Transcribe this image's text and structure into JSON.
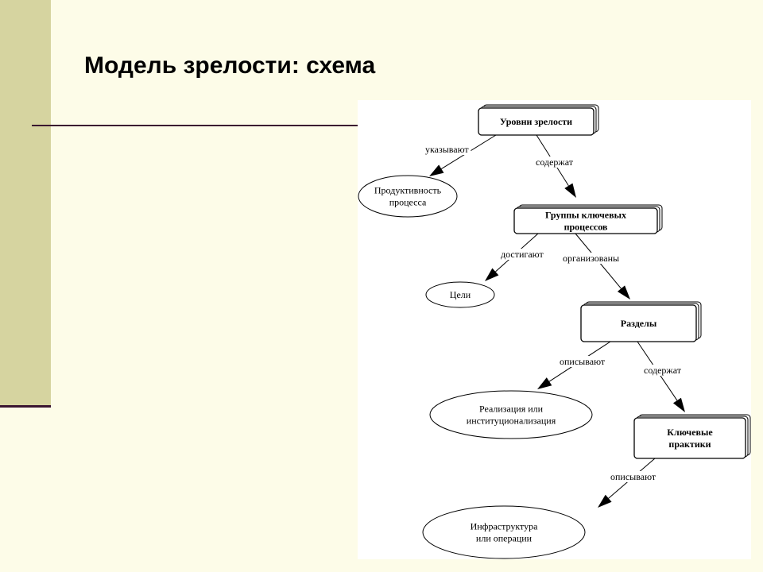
{
  "slide": {
    "title": "Модель зрелости: схема"
  },
  "diagram": {
    "nodes": {
      "maturity_levels": {
        "shape": "box",
        "lines": [
          "Уровни зрелости"
        ]
      },
      "process_capability": {
        "shape": "ellipse",
        "lines": [
          "Продуктивность",
          "процесса"
        ]
      },
      "key_process_areas": {
        "shape": "box",
        "lines": [
          "Группы ключевых",
          "процессов"
        ]
      },
      "goals": {
        "shape": "ellipse",
        "lines": [
          "Цели"
        ]
      },
      "common_features": {
        "shape": "box",
        "lines": [
          "Разделы"
        ]
      },
      "implementation": {
        "shape": "ellipse",
        "lines": [
          "Реализация или",
          "институционализация"
        ]
      },
      "key_practices": {
        "shape": "box",
        "lines": [
          "Ключевые",
          "практики"
        ]
      },
      "infrastructure": {
        "shape": "ellipse",
        "lines": [
          "Инфраструктура",
          "или операции"
        ]
      }
    },
    "edges": {
      "levels_to_capability": {
        "from": "maturity_levels",
        "to": "process_capability",
        "label": "указывают"
      },
      "levels_to_kpa": {
        "from": "maturity_levels",
        "to": "key_process_areas",
        "label": "содержат"
      },
      "kpa_to_goals": {
        "from": "key_process_areas",
        "to": "goals",
        "label": "достигают"
      },
      "kpa_to_features": {
        "from": "key_process_areas",
        "to": "common_features",
        "label": "организованы"
      },
      "features_to_implementation": {
        "from": "common_features",
        "to": "implementation",
        "label": "описывают"
      },
      "features_to_practices": {
        "from": "common_features",
        "to": "key_practices",
        "label": "содержат"
      },
      "practices_to_infrastructure": {
        "from": "key_practices",
        "to": "infrastructure",
        "label": "описывают"
      }
    }
  }
}
